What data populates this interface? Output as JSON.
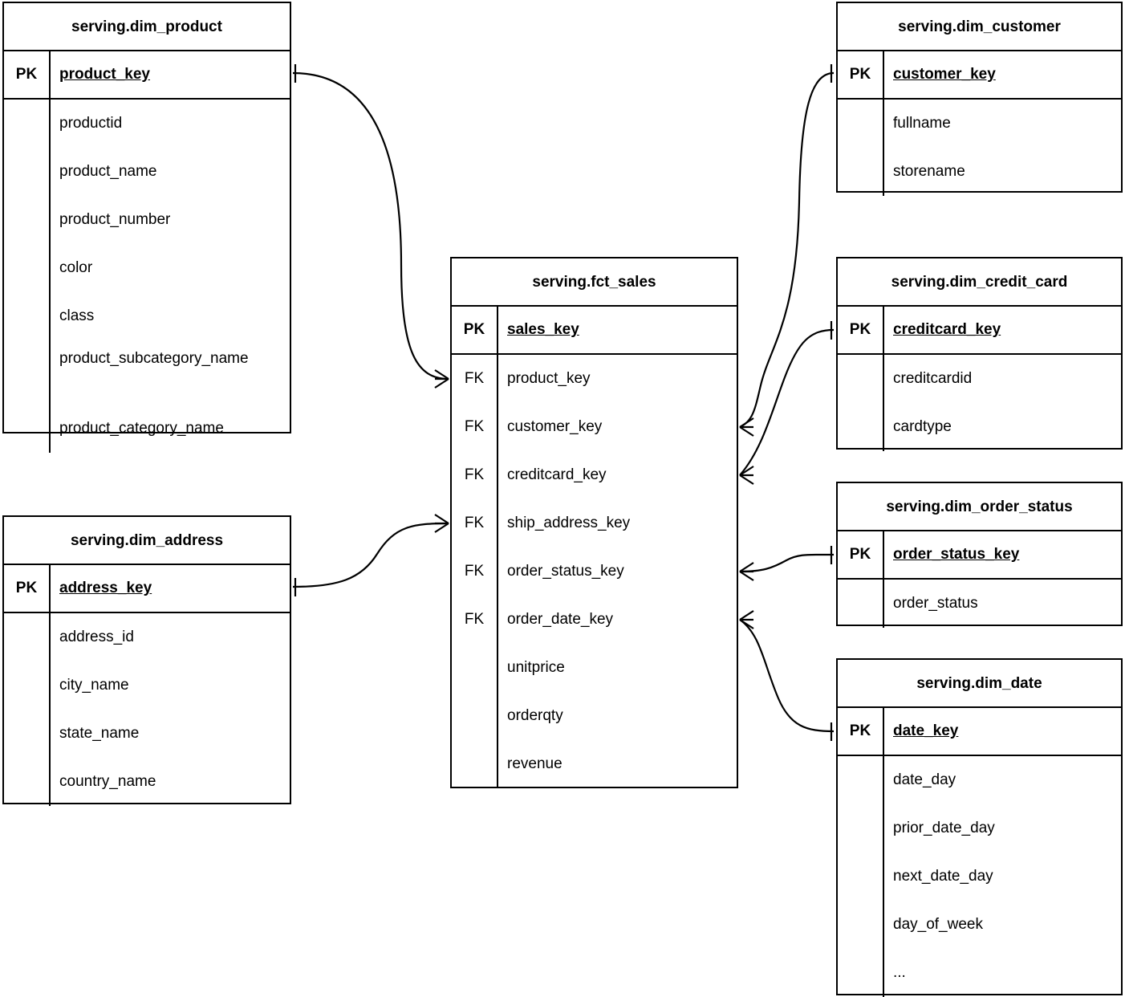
{
  "diagram": {
    "type": "entity-relationship-diagram",
    "notation": "crow's-foot",
    "background_color": "#ffffff",
    "line_color": "#000000"
  },
  "entities": {
    "dim_product": {
      "title": "serving.dim_product",
      "pk_tag": "PK",
      "pk_field": "product_key",
      "attributes": [
        "productid",
        "product_name",
        "product_number",
        "color",
        "class",
        "product_subcategory_name",
        "product_category_name"
      ]
    },
    "dim_address": {
      "title": "serving.dim_address",
      "pk_tag": "PK",
      "pk_field": "address_key",
      "attributes": [
        "address_id",
        "city_name",
        "state_name",
        "country_name"
      ]
    },
    "fct_sales": {
      "title": "serving.fct_sales",
      "pk_tag": "PK",
      "pk_field": "sales_key",
      "rows": [
        {
          "key": "FK",
          "field": "product_key"
        },
        {
          "key": "FK",
          "field": "customer_key"
        },
        {
          "key": "FK",
          "field": "creditcard_key"
        },
        {
          "key": "FK",
          "field": "ship_address_key"
        },
        {
          "key": "FK",
          "field": "order_status_key"
        },
        {
          "key": "FK",
          "field": "order_date_key"
        },
        {
          "key": "",
          "field": "unitprice"
        },
        {
          "key": "",
          "field": "orderqty"
        },
        {
          "key": "",
          "field": "revenue"
        }
      ]
    },
    "dim_customer": {
      "title": "serving.dim_customer",
      "pk_tag": "PK",
      "pk_field": "customer_key",
      "attributes": [
        "fullname",
        "storename"
      ]
    },
    "dim_credit_card": {
      "title": "serving.dim_credit_card",
      "pk_tag": "PK",
      "pk_field": "creditcard_key",
      "attributes": [
        "creditcardid",
        "cardtype"
      ]
    },
    "dim_order_status": {
      "title": "serving.dim_order_status",
      "pk_tag": "PK",
      "pk_field": "order_status_key",
      "attributes": [
        "order_status"
      ]
    },
    "dim_date": {
      "title": "serving.dim_date",
      "pk_tag": "PK",
      "pk_field": "date_key",
      "attributes": [
        "date_day",
        "prior_date_day",
        "next_date_day",
        "day_of_week",
        "..."
      ]
    }
  },
  "relationships": [
    {
      "from": "dim_product",
      "from_field": "product_key",
      "to": "fct_sales",
      "to_field": "product_key",
      "cardinality": "one-to-many"
    },
    {
      "from": "dim_address",
      "from_field": "address_key",
      "to": "fct_sales",
      "to_field": "ship_address_key",
      "cardinality": "one-to-many"
    },
    {
      "from": "dim_customer",
      "from_field": "customer_key",
      "to": "fct_sales",
      "to_field": "customer_key",
      "cardinality": "one-to-many"
    },
    {
      "from": "dim_credit_card",
      "from_field": "creditcard_key",
      "to": "fct_sales",
      "to_field": "creditcard_key",
      "cardinality": "one-to-many"
    },
    {
      "from": "dim_order_status",
      "from_field": "order_status_key",
      "to": "fct_sales",
      "to_field": "order_status_key",
      "cardinality": "one-to-many"
    },
    {
      "from": "dim_date",
      "from_field": "date_key",
      "to": "fct_sales",
      "to_field": "order_date_key",
      "cardinality": "one-to-many"
    }
  ]
}
